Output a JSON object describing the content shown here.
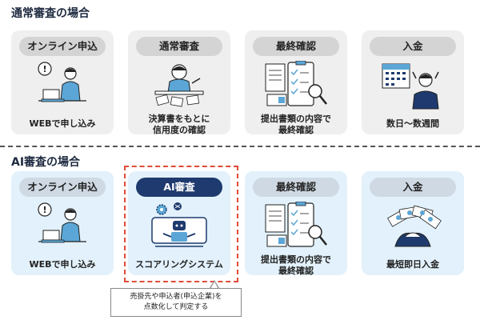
{
  "normal": {
    "title": "通常審査の場合",
    "cards": [
      {
        "label": "オンライン申込",
        "caption": "WEBで申し込み"
      },
      {
        "label": "通常審査",
        "caption": "決算書をもとに\n信用度の確認"
      },
      {
        "label": "最終確認",
        "caption": "提出書類の内容で\n最終確認"
      },
      {
        "label": "入金",
        "caption": "数日〜数週間"
      }
    ]
  },
  "ai": {
    "title": "AI審査の場合",
    "cards": [
      {
        "label": "オンライン申込",
        "caption": "WEBで申し込み"
      },
      {
        "label": "AI審査",
        "caption": "スコアリングシステム"
      },
      {
        "label": "最終確認",
        "caption": "提出書類の内容で\n最終確認"
      },
      {
        "label": "入金",
        "caption": "最短即日入金"
      }
    ],
    "note": "売掛先や申込者(申込企業)を\n点数化して判定する"
  },
  "colors": {
    "accent_navy": "#1e3a6e",
    "highlight_red": "#e04a3a",
    "blue_card": "#e2f1fb",
    "gray_card": "#efefef"
  }
}
